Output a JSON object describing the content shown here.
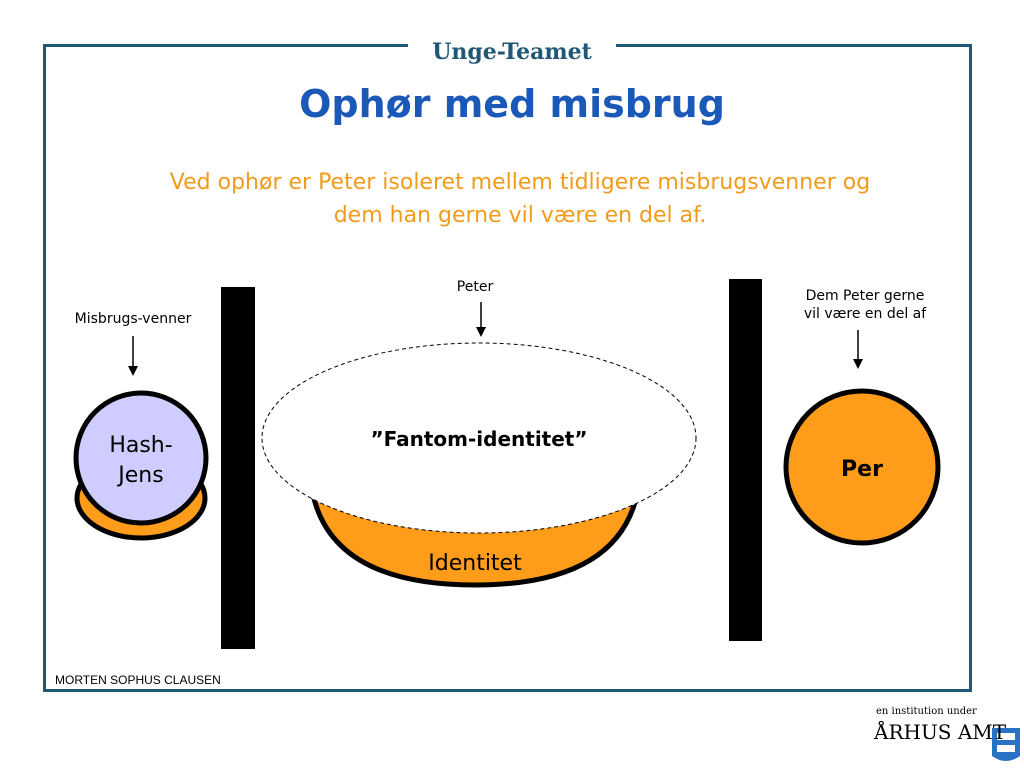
{
  "header": {
    "label": "Unge-Teamet"
  },
  "title": "Ophør med misbrug",
  "subtitle_line1": "Ved ophør er Peter isoleret mellem tidligere misbrugsvenner og",
  "subtitle_line2": "dem han gerne vil være en del af.",
  "labels": {
    "misbrugs_venner": "Misbrugs-venner",
    "peter": "Peter",
    "dem_line1": "Dem  Peter gerne",
    "dem_line2": "vil være en del af"
  },
  "nodes": {
    "hash_line1": "Hash-",
    "hash_line2": "Jens",
    "fantom": "”Fantom-identitet”",
    "identitet": "Identitet",
    "per": "Per"
  },
  "footer": "MORTEN SOPHUS CLAUSEN",
  "logo": {
    "caption": "en institution under",
    "name": "ÅRHUS AMT"
  },
  "colors": {
    "frame": "#1f5774",
    "title": "#1a59b8",
    "subtitle": "#f29b1a",
    "orange_fill": "#ff9c1a",
    "lavender_fill": "#cfccff",
    "bar": "#000000"
  }
}
